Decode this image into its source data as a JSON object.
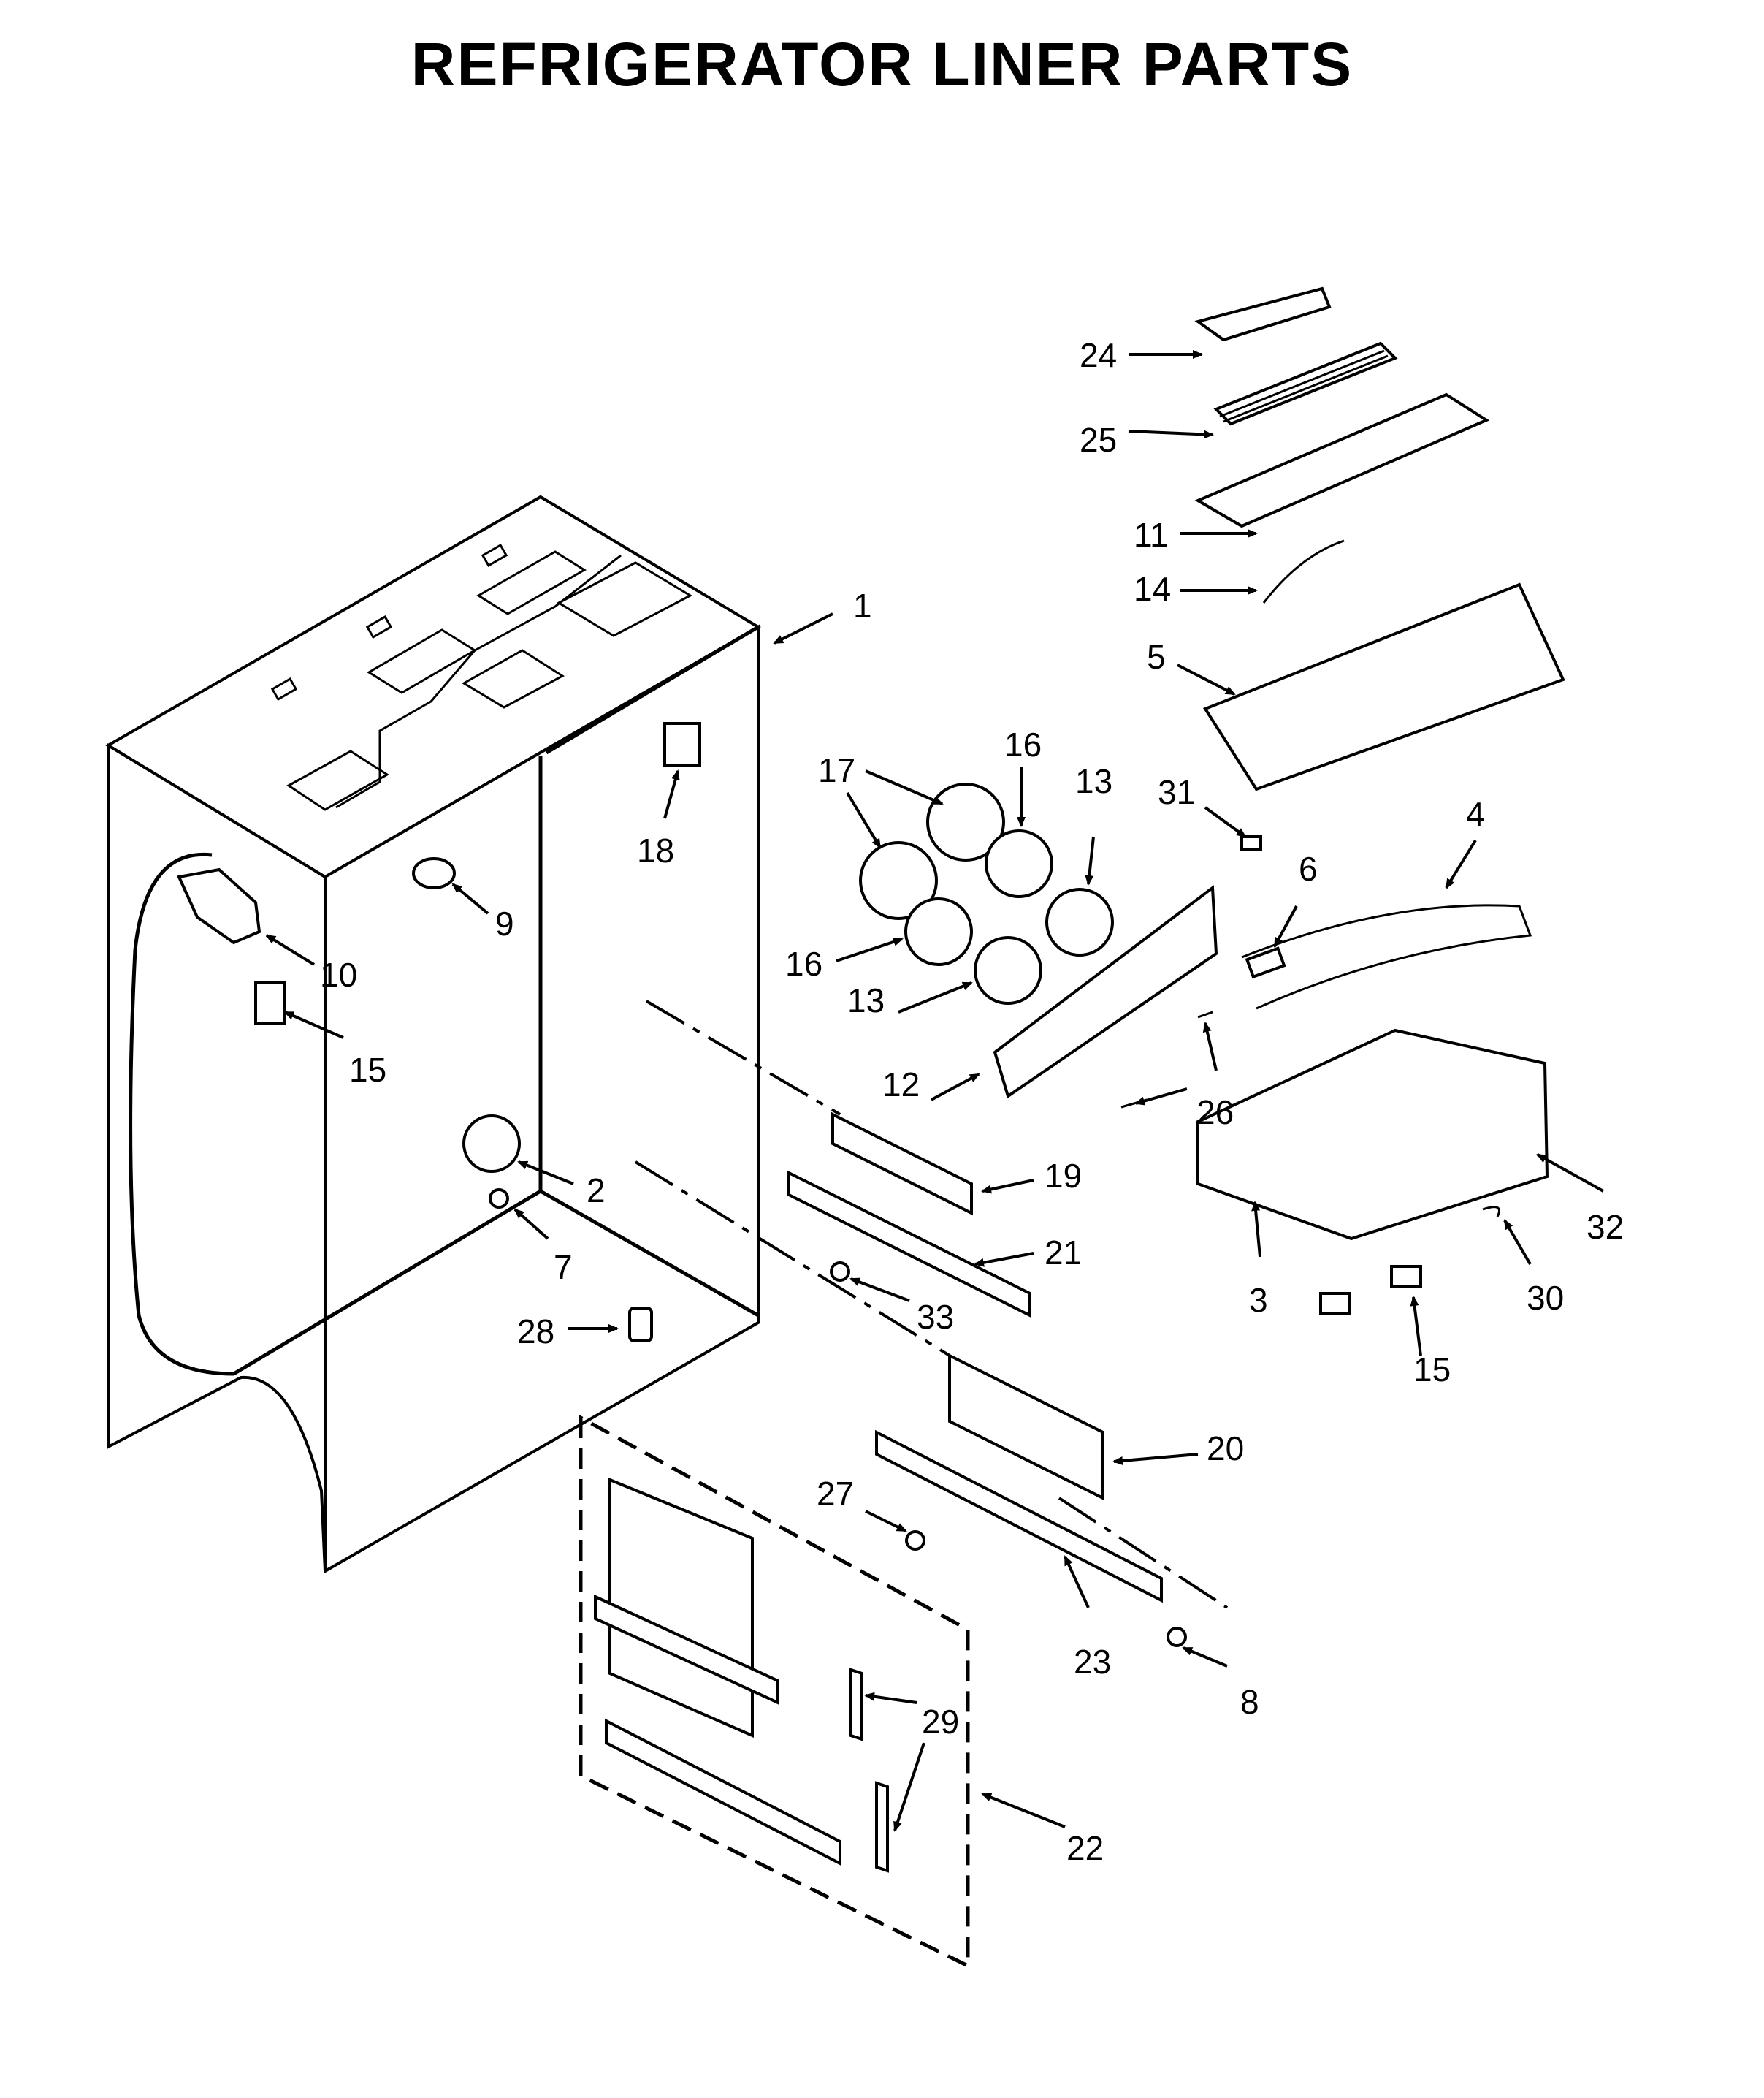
{
  "title": "REFRIGERATOR LINER PARTS",
  "callouts": [
    "1",
    "2",
    "3",
    "4",
    "5",
    "6",
    "7",
    "8",
    "9",
    "10",
    "11",
    "12",
    "13",
    "13",
    "14",
    "15",
    "15",
    "16",
    "16",
    "17",
    "18",
    "19",
    "20",
    "21",
    "22",
    "23",
    "24",
    "25",
    "26",
    "27",
    "28",
    "29",
    "30",
    "31",
    "32",
    "33"
  ]
}
